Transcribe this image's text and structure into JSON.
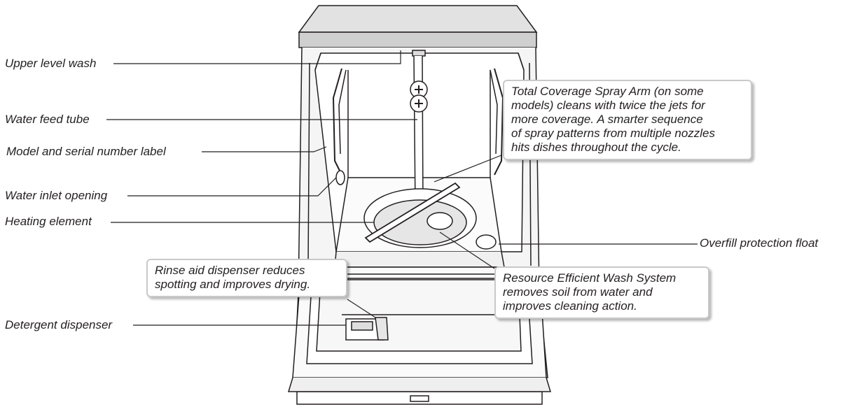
{
  "labels": {
    "upper_level_wash": "Upper level wash",
    "water_feed_tube": "Water feed tube",
    "model_serial_label": "Model and serial number label",
    "water_inlet_opening": "Water inlet opening",
    "heating_element": "Heating element",
    "overfill_protection_float": "Overfill protection float",
    "detergent_dispenser": "Detergent dispenser"
  },
  "callouts": {
    "spray_arm": [
      "Total Coverage Spray Arm (on some",
      "models) cleans with twice the jets for",
      "more coverage. A smarter sequence",
      "of spray patterns from multiple nozzles",
      "hits dishes throughout the cycle."
    ],
    "rinse_aid": [
      "Rinse aid dispenser reduces",
      "spotting and improves drying."
    ],
    "wash_system": [
      "Resource Efficient Wash System",
      "removes soil from water and",
      "improves cleaning action."
    ]
  },
  "colors": {
    "line": "#231f20",
    "lid": "#dedede",
    "panel": "#f3f3f3",
    "callout_border": "#c9c9c9"
  }
}
